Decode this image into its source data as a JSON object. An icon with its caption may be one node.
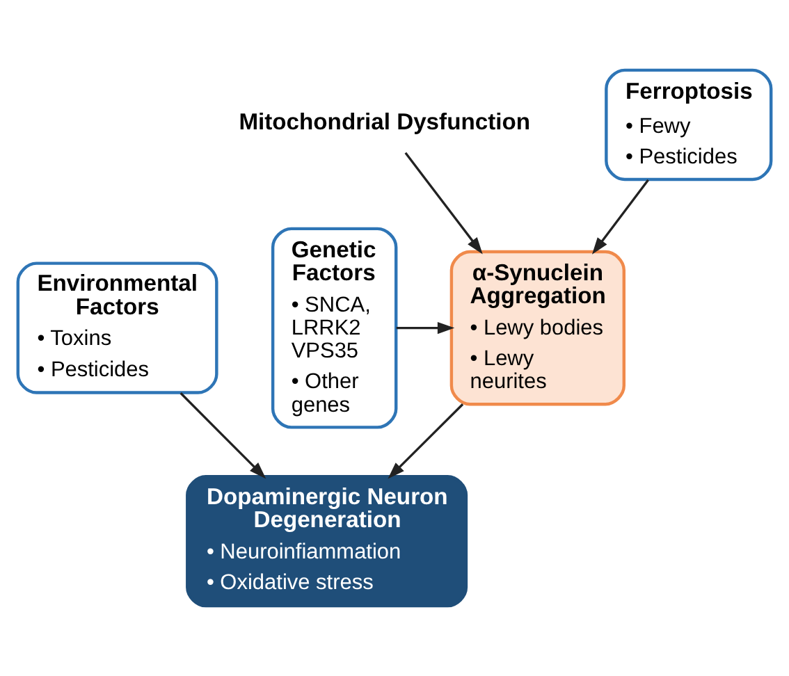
{
  "diagram": {
    "nodes": [
      {
        "text": [
          "Mitochondrial Dysfunction"
        ]
      },
      {
        "text": [
          "Ferroptosis",
          "• Fewy",
          "• Pesticides"
        ]
      },
      {
        "text": [
          "Genetic Factors",
          "• SNCA, LRRK2 VPS35",
          "• Other genes"
        ]
      },
      {
        "text": [
          "α-Synuclein Aggregation",
          "• Lewy bodies",
          "• Lewy neurites"
        ]
      },
      {
        "text": [
          "Environmental Factors",
          "• Toxins",
          "• Pesticides"
        ]
      },
      {
        "text": [
          "Dopaminergic Neuron Degeneration",
          "• Neuroinfiammation",
          "• Oxidative stress"
        ]
      }
    ],
    "edges": [
      {
        "from": 0,
        "to": 3,
        "arrow": "to"
      },
      {
        "from": 1,
        "to": 3,
        "arrow": "to"
      },
      {
        "from": 2,
        "to": 3,
        "arrow": "to"
      },
      {
        "from": 3,
        "to": 5,
        "arrow": "to"
      },
      {
        "from": 4,
        "to": 5,
        "arrow": "to"
      }
    ]
  }
}
